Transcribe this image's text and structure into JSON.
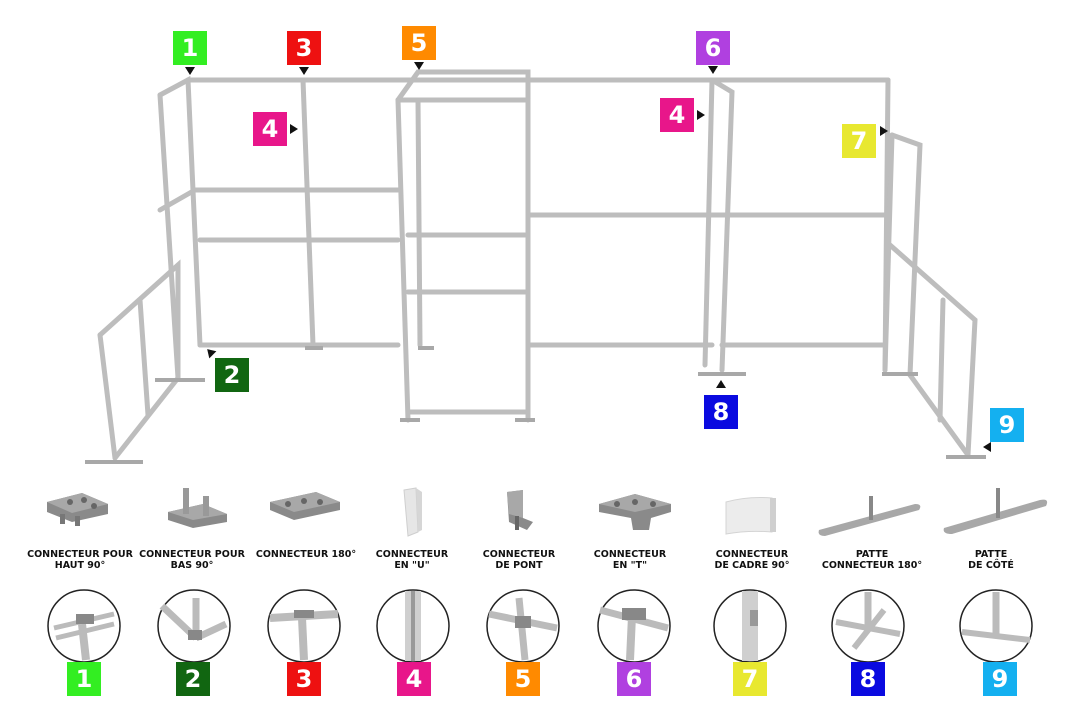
{
  "colors": {
    "c1": "#33ee22",
    "c2": "#116611",
    "c3": "#ee1111",
    "c4": "#e8168a",
    "c5": "#ff8a00",
    "c6": "#b040e0",
    "c7": "#e8e830",
    "c8": "#0a0ae0",
    "c9": "#14b0f0",
    "frame": "#c6c6c6",
    "frame_dark": "#9a9a9a"
  },
  "callouts": [
    {
      "id": "c1",
      "number": "1"
    },
    {
      "id": "c3",
      "number": "3"
    },
    {
      "id": "c5",
      "number": "5"
    },
    {
      "id": "c6",
      "number": "6"
    },
    {
      "id": "c4a",
      "number": "4"
    },
    {
      "id": "c4b",
      "number": "4"
    },
    {
      "id": "c7",
      "number": "7"
    },
    {
      "id": "c2",
      "number": "2"
    },
    {
      "id": "c8",
      "number": "8"
    },
    {
      "id": "c9",
      "number": "9"
    }
  ],
  "parts": [
    {
      "number": "1",
      "label_lines": [
        "CONNECTEUR POUR",
        "HAUT 90°"
      ],
      "icon": "top-90-connector-icon"
    },
    {
      "number": "2",
      "label_lines": [
        "CONNECTEUR POUR",
        "BAS 90°"
      ],
      "icon": "bottom-90-connector-icon"
    },
    {
      "number": "3",
      "label_lines": [
        "CONNECTEUR 180°"
      ],
      "icon": "connector-180-icon"
    },
    {
      "number": "4",
      "label_lines": [
        "CONNECTEUR",
        "EN \"U\""
      ],
      "icon": "u-connector-icon"
    },
    {
      "number": "5",
      "label_lines": [
        "CONNECTEUR",
        "DE PONT"
      ],
      "icon": "bridge-connector-icon"
    },
    {
      "number": "6",
      "label_lines": [
        "CONNECTEUR",
        "EN \"T\""
      ],
      "icon": "t-connector-icon"
    },
    {
      "number": "7",
      "label_lines": [
        "CONNECTEUR",
        "DE CADRE 90°"
      ],
      "icon": "frame-90-connector-icon"
    },
    {
      "number": "8",
      "label_lines": [
        "PATTE",
        "CONNECTEUR 180°"
      ],
      "icon": "foot-180-icon"
    },
    {
      "number": "9",
      "label_lines": [
        "PATTE",
        "DE CÔTÉ"
      ],
      "icon": "side-foot-icon"
    }
  ]
}
